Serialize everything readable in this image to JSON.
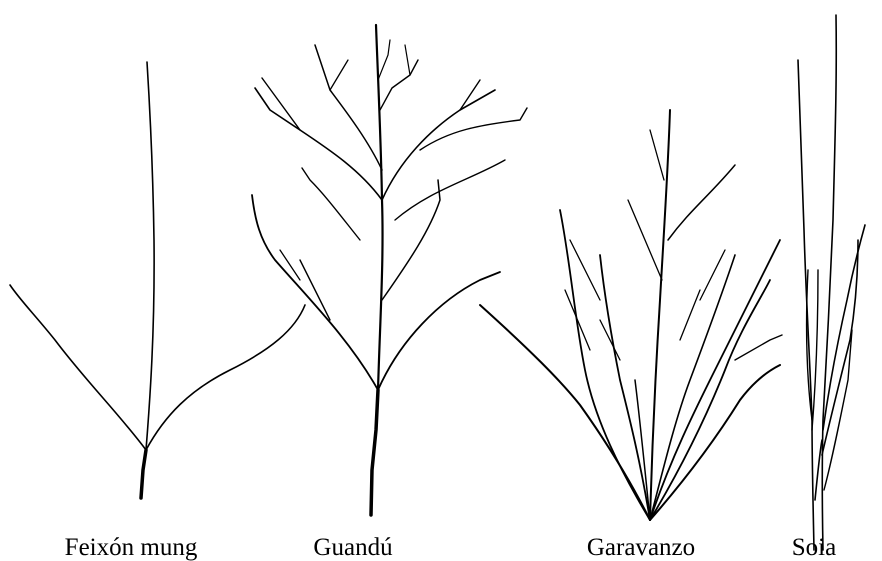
{
  "plants": [
    {
      "id": "mung",
      "label": "Feixón mung"
    },
    {
      "id": "pigeonpea",
      "label": "Guandú"
    },
    {
      "id": "chickpea",
      "label": "Garavanzo"
    },
    {
      "id": "soybean",
      "label": "Soia"
    }
  ]
}
